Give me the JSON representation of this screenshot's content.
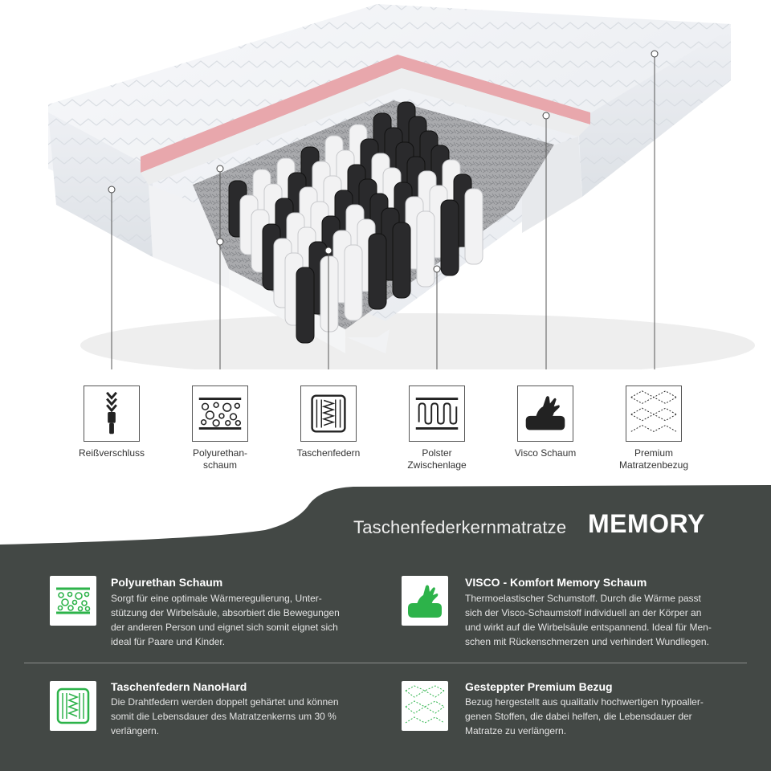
{
  "icons": [
    {
      "name": "zipper-icon",
      "label": "Reißverschluss"
    },
    {
      "name": "foam-icon",
      "label": "Polyurethan-\nschaum"
    },
    {
      "name": "springs-icon",
      "label": "Taschenfedern"
    },
    {
      "name": "padding-icon",
      "label": "Polster\nZwischenlage"
    },
    {
      "name": "visco-icon",
      "label": "Visco Schaum"
    },
    {
      "name": "cover-icon",
      "label": "Premium\nMatratzenbezug"
    }
  ],
  "product": {
    "title_prefix": "Taschenfederkernmatratze",
    "title_name": "MEMORY"
  },
  "features": [
    {
      "icon": "foam-icon",
      "title": "Polyurethan Schaum",
      "text": "Sorgt für eine optimale Wärmeregulierung, Unter-\nstützung der Wirbelsäule, absorbiert die Bewegungen\nder anderen Person und eignet sich somit eignet sich\nideal für Paare und Kinder."
    },
    {
      "icon": "visco-icon",
      "title": "VISCO - Komfort Memory Schaum",
      "text": "Thermoelastischer Schumstoff. Durch die Wärme passt\nsich der Visco-Schaumstoff individuell an der Körper an\nund wirkt auf die Wirbelsäule entspannend. Ideal für Men-\nschen mit Rückenschmerzen und verhindert Wundliegen."
    },
    {
      "icon": "springs-icon",
      "title": "Taschenfedern NanoHard",
      "text": "Die Drahtfedern werden doppelt gehärtet und können\nsomit die Lebensdauer des Matratzenkerns um 30 %\nverlängern."
    },
    {
      "icon": "cover-icon",
      "title": "Gesteppter Premium Bezug",
      "text": "Bezug hergestellt aus qualitativ hochwertigen hypoaller-\ngenen Stoffen, die dabei helfen, die Lebensdauer der\nMatratze zu verlängern."
    }
  ],
  "colors": {
    "panel": "#434845",
    "accent_green": "#2db34a",
    "pink_foam": "#e8a7ac"
  }
}
